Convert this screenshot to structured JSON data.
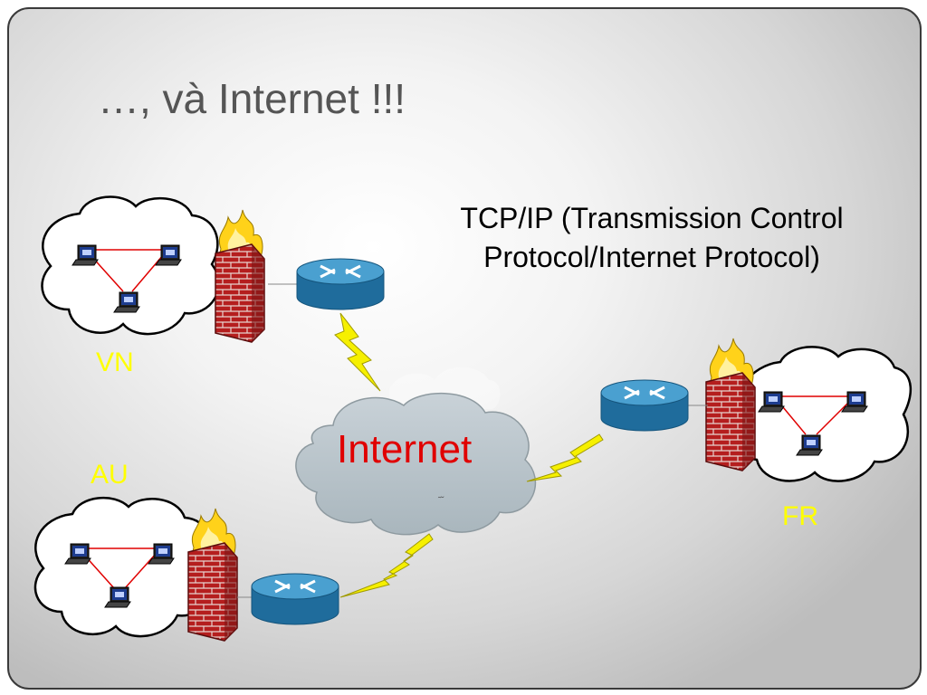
{
  "slide": {
    "title": "…, và Internet !!!",
    "protocol_line1": "TCP/IP (Transmission Control",
    "protocol_line2": "Protocol/Internet Protocol)"
  },
  "network": {
    "internet_label": "Internet",
    "sites": [
      {
        "id": "vn",
        "label": "VN"
      },
      {
        "id": "au",
        "label": "AU"
      },
      {
        "id": "fr",
        "label": "FR"
      }
    ]
  },
  "colors": {
    "site_label": "#ffff00",
    "internet_label": "#e00000",
    "lan_link": "#e00000",
    "router": "#2f7fb0",
    "firewall": "#b51e1e",
    "flame": "#ffd21a",
    "lightning": "#f6f000"
  }
}
